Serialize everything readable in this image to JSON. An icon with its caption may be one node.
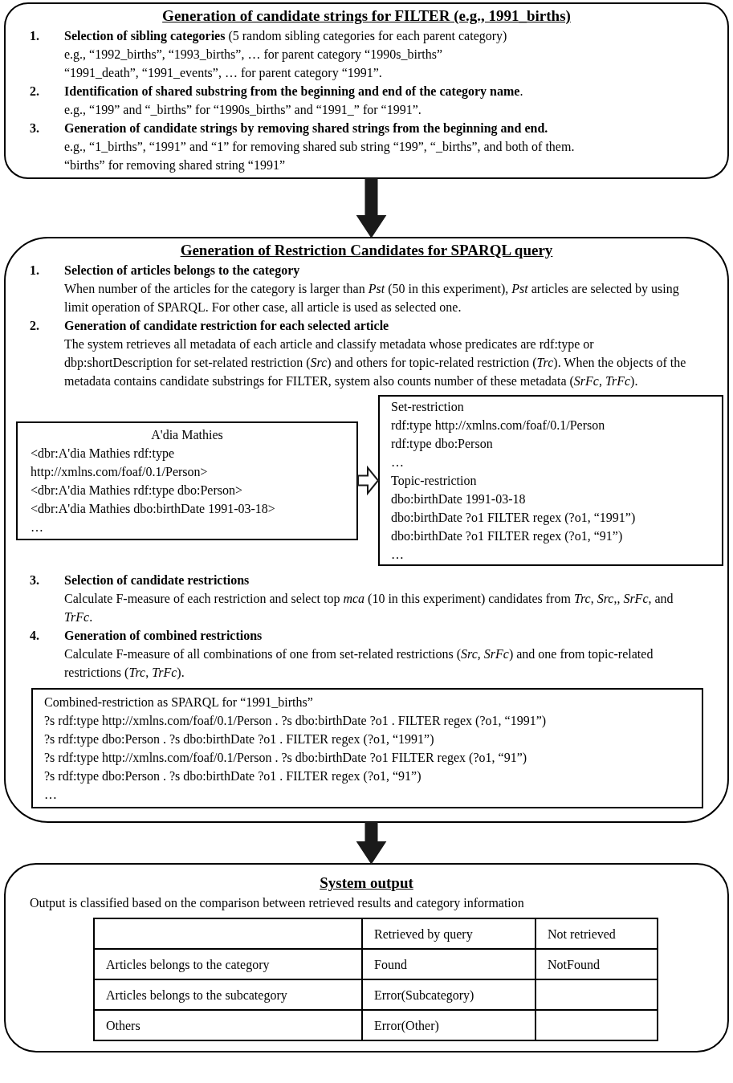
{
  "diagram": {
    "nodes": [
      {
        "text": [
          "Generation of candidate strings for FILTER (e.g., 1991_births)",
          "1.",
          "**Selection of sibling categories** (5 random sibling categories for each parent category)",
          "e.g., “1992_births”, “1993_births”, … for parent category “1990s_births”",
          "“1991_death”, “1991_events”, … for parent category “1991”.",
          "2.",
          "**Identification of shared substring from the beginning and end of the category name**.",
          "e.g., “199” and “_births” for “1990s_births” and “1991_” for “1991”.",
          "3.",
          "Generation of candidate strings by removing shared strings from the beginning and end.",
          "e.g., “1_births”, “1991” and “1” for removing shared sub string “199”, “_births”, and both of them.",
          "“births” for removing shared string “1991”"
        ]
      },
      {
        "text": [
          "Generation of Restriction Candidates for SPARQL query",
          "1.",
          "Selection of articles belongs to the category",
          "When number of the articles for the category is larger than *Pst* (50 in this experiment), *Pst* articles are selected by using limit operation of SPARQL. For other case, all article is used as selected one.",
          "2.",
          "Generation of candidate restriction for each selected article",
          "The system retrieves all metadata of each article and classify metadata whose predicates are rdf:type or dbp:shortDescription for set-related restriction (*Src*) and others for topic-related restriction (*Trc*). When the objects of the metadata contains candidate substrings for FILTER, system also counts number of these metadata (*SrFc*, *TrFc*).",
          "3.",
          "Selection of candidate restrictions",
          "Calculate F-measure of each restriction and select top *mca* (10 in this experiment) candidates from *Trc*, *Src*,, *SrFc*, and *TrFc*.",
          "4.",
          "Generation of combined restrictions",
          "Calculate F-measure of all combinations of one from set-related restrictions (*Src*, *SrFc*) and one from topic-related restrictions (*Trc*, *TrFc*)."
        ]
      },
      {
        "text": [
          "A'dia Mathies",
          "<dbr:A'dia Mathies rdf:type http://xmlns.com/foaf/0.1/Person>",
          "<dbr:A'dia Mathies rdf:type dbo:Person>",
          "<dbr:A'dia Mathies dbo:birthDate 1991-03-18>",
          "…"
        ],
        "in": 1
      },
      {
        "text": [
          "Set-restriction",
          "rdf:type http://xmlns.com/foaf/0.1/Person",
          "rdf:type dbo:Person",
          "…",
          "Topic-restriction",
          "dbo:birthDate 1991-03-18",
          "dbo:birthDate ?o1 FILTER regex (?o1, “1991”)",
          "dbo:birthDate ?o1 FILTER regex (?o1, “91”)",
          "…"
        ],
        "in": 1
      },
      {
        "text": [
          "Combined-restriction as SPARQL for “1991_births”",
          "?s rdf:type http://xmlns.com/foaf/0.1/Person . ?s dbo:birthDate ?o1 . FILTER regex (?o1, “1991”)",
          "?s rdf:type dbo:Person . ?s dbo:birthDate ?o1 . FILTER regex (?o1, “1991”)",
          "?s rdf:type http://xmlns.com/foaf/0.1/Person . ?s dbo:birthDate ?o1 FILTER regex (?o1, “91”)",
          "?s rdf:type dbo:Person . ?s dbo:birthDate ?o1 . FILTER regex (?o1, “91”)",
          "…"
        ],
        "in": 1
      },
      {
        "text": [
          "System output",
          "Output is classified based on the comparison between retrieved results and category information"
        ]
      }
    ],
    "edges": [
      {
        "from": 0,
        "to": 1,
        "arrow": "to",
        "style": "thick"
      },
      {
        "from": 2,
        "to": 3,
        "arrow": "to"
      },
      {
        "from": 1,
        "to": 5,
        "arrow": "to",
        "style": "thick"
      }
    ],
    "labels": [
      "Retrieved by query",
      "Not retrieved",
      "Articles belongs to the category",
      "Found",
      "NotFound",
      "Articles belongs to the subcategory",
      "Error(Subcategory)",
      "Others",
      "Error(Other)"
    ]
  }
}
